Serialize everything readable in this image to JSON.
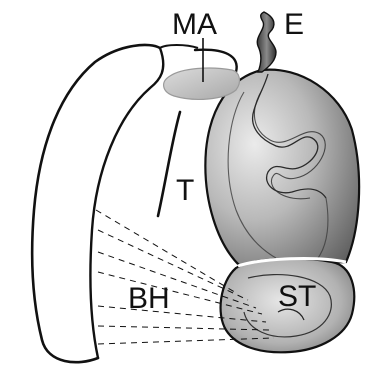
{
  "labels": {
    "ma": "MA",
    "e": "E",
    "t": "T",
    "bh": "BH",
    "st": "ST"
  },
  "colors": {
    "ink": "#111111",
    "bulb_light": "#ebebeb",
    "bulb_dark": "#5c5c5c",
    "paper": "#ffffff"
  }
}
